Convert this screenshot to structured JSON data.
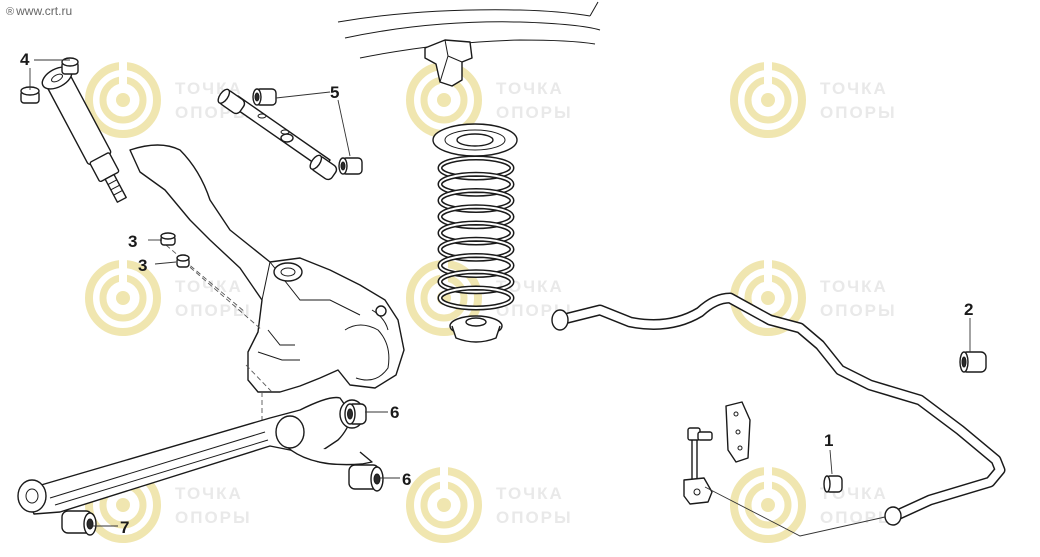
{
  "header": {
    "site_url": "www.crt.ru",
    "url_icon": "registered-mark-icon"
  },
  "watermark": {
    "line1": "ТОЧКА",
    "line2": "ОПОРЫ",
    "ring_color": "#f0e6b0",
    "text_color": "#e9e9e9"
  },
  "callouts": [
    {
      "id": "4",
      "label": "4"
    },
    {
      "id": "5",
      "label": "5"
    },
    {
      "id": "3a",
      "label": "3"
    },
    {
      "id": "3b",
      "label": "3"
    },
    {
      "id": "2",
      "label": "2"
    },
    {
      "id": "6a",
      "label": "6"
    },
    {
      "id": "6b",
      "label": "6"
    },
    {
      "id": "1",
      "label": "1"
    },
    {
      "id": "7",
      "label": "7"
    }
  ]
}
